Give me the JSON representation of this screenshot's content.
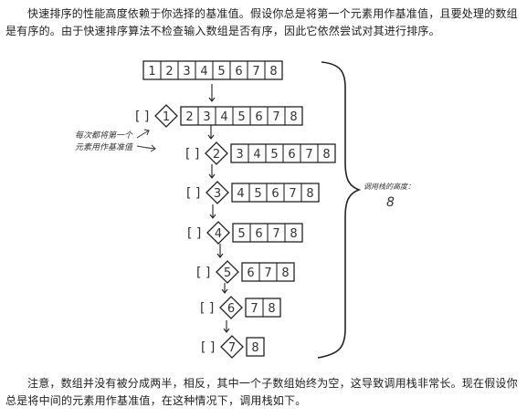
{
  "intro_paragraph": "快速排序的性能高度依赖于你选择的基准值。假设你总是将第一个元素用作基准值，且要处理的数组是有序的。由于快速排序算法不检查输入数组是否有序，因此它依然尝试对其进行排序。",
  "figure": {
    "initial_array": [
      "1",
      "2",
      "3",
      "4",
      "5",
      "6",
      "7",
      "8"
    ],
    "steps": [
      {
        "pivot": "1",
        "left": "[ ]",
        "right": [
          "2",
          "3",
          "4",
          "5",
          "6",
          "7",
          "8"
        ]
      },
      {
        "pivot": "2",
        "left": "[ ]",
        "right": [
          "3",
          "4",
          "5",
          "6",
          "7",
          "8"
        ]
      },
      {
        "pivot": "3",
        "left": "[ ]",
        "right": [
          "4",
          "5",
          "6",
          "7",
          "8"
        ]
      },
      {
        "pivot": "4",
        "left": "[ ]",
        "right": [
          "5",
          "6",
          "7",
          "8"
        ]
      },
      {
        "pivot": "5",
        "left": "[ ]",
        "right": [
          "6",
          "7",
          "8"
        ]
      },
      {
        "pivot": "6",
        "left": "[ ]",
        "right": [
          "7",
          "8"
        ]
      },
      {
        "pivot": "7",
        "left": "[ ]",
        "right": [
          "8"
        ]
      }
    ],
    "annotation_line1": "每次都将第一个",
    "annotation_line2": "元素用作基准值",
    "stack_height_label": "调用栈的高度：",
    "stack_height_value": "8"
  },
  "closing_paragraph": "注意，数组并没有被分成两半，相反，其中一个子数组始终为空，这导致调用栈非常长。现在假设你总是将中间的元素用作基准值，在这种情况下，调用栈如下。"
}
